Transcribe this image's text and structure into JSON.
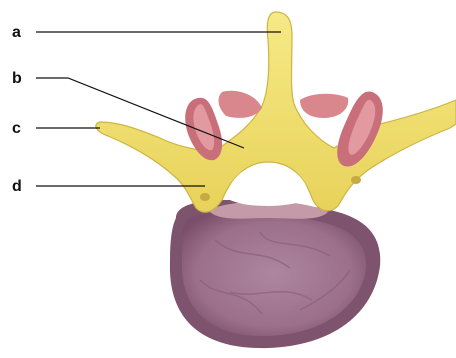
{
  "diagram": {
    "labels": {
      "a": "a",
      "b": "b",
      "c": "c",
      "d": "d"
    },
    "colors": {
      "bone": "#f1e16b",
      "bone_shadow": "#d9c34b",
      "facet": "#d9878d",
      "facet_dark": "#b85e66",
      "disc": "#9c6f8b",
      "disc_inner": "#b38aa3",
      "label": "#111111",
      "leader": "#111111"
    }
  }
}
